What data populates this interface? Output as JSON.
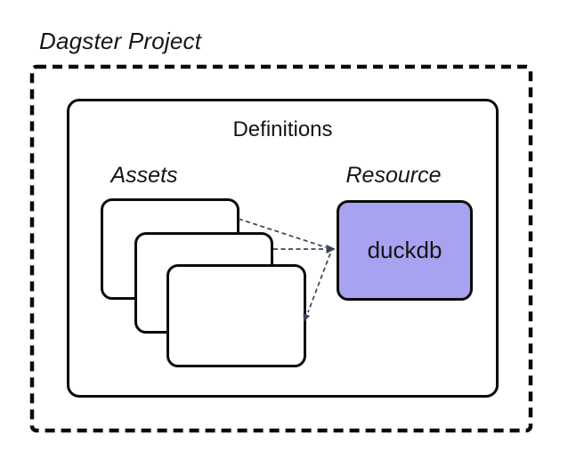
{
  "colors": {
    "background": "#ffffff",
    "line": "#0a0a0a",
    "text": "#151515",
    "resource-fill": "#a8a3f0",
    "connector": "#3b4354"
  },
  "diagram": {
    "title": "Dagster Project",
    "definitions_label": "Definitions",
    "assets_label": "Assets",
    "asset_card_count": 3,
    "resource_label": "Resource",
    "resource_name": "duckdb"
  }
}
